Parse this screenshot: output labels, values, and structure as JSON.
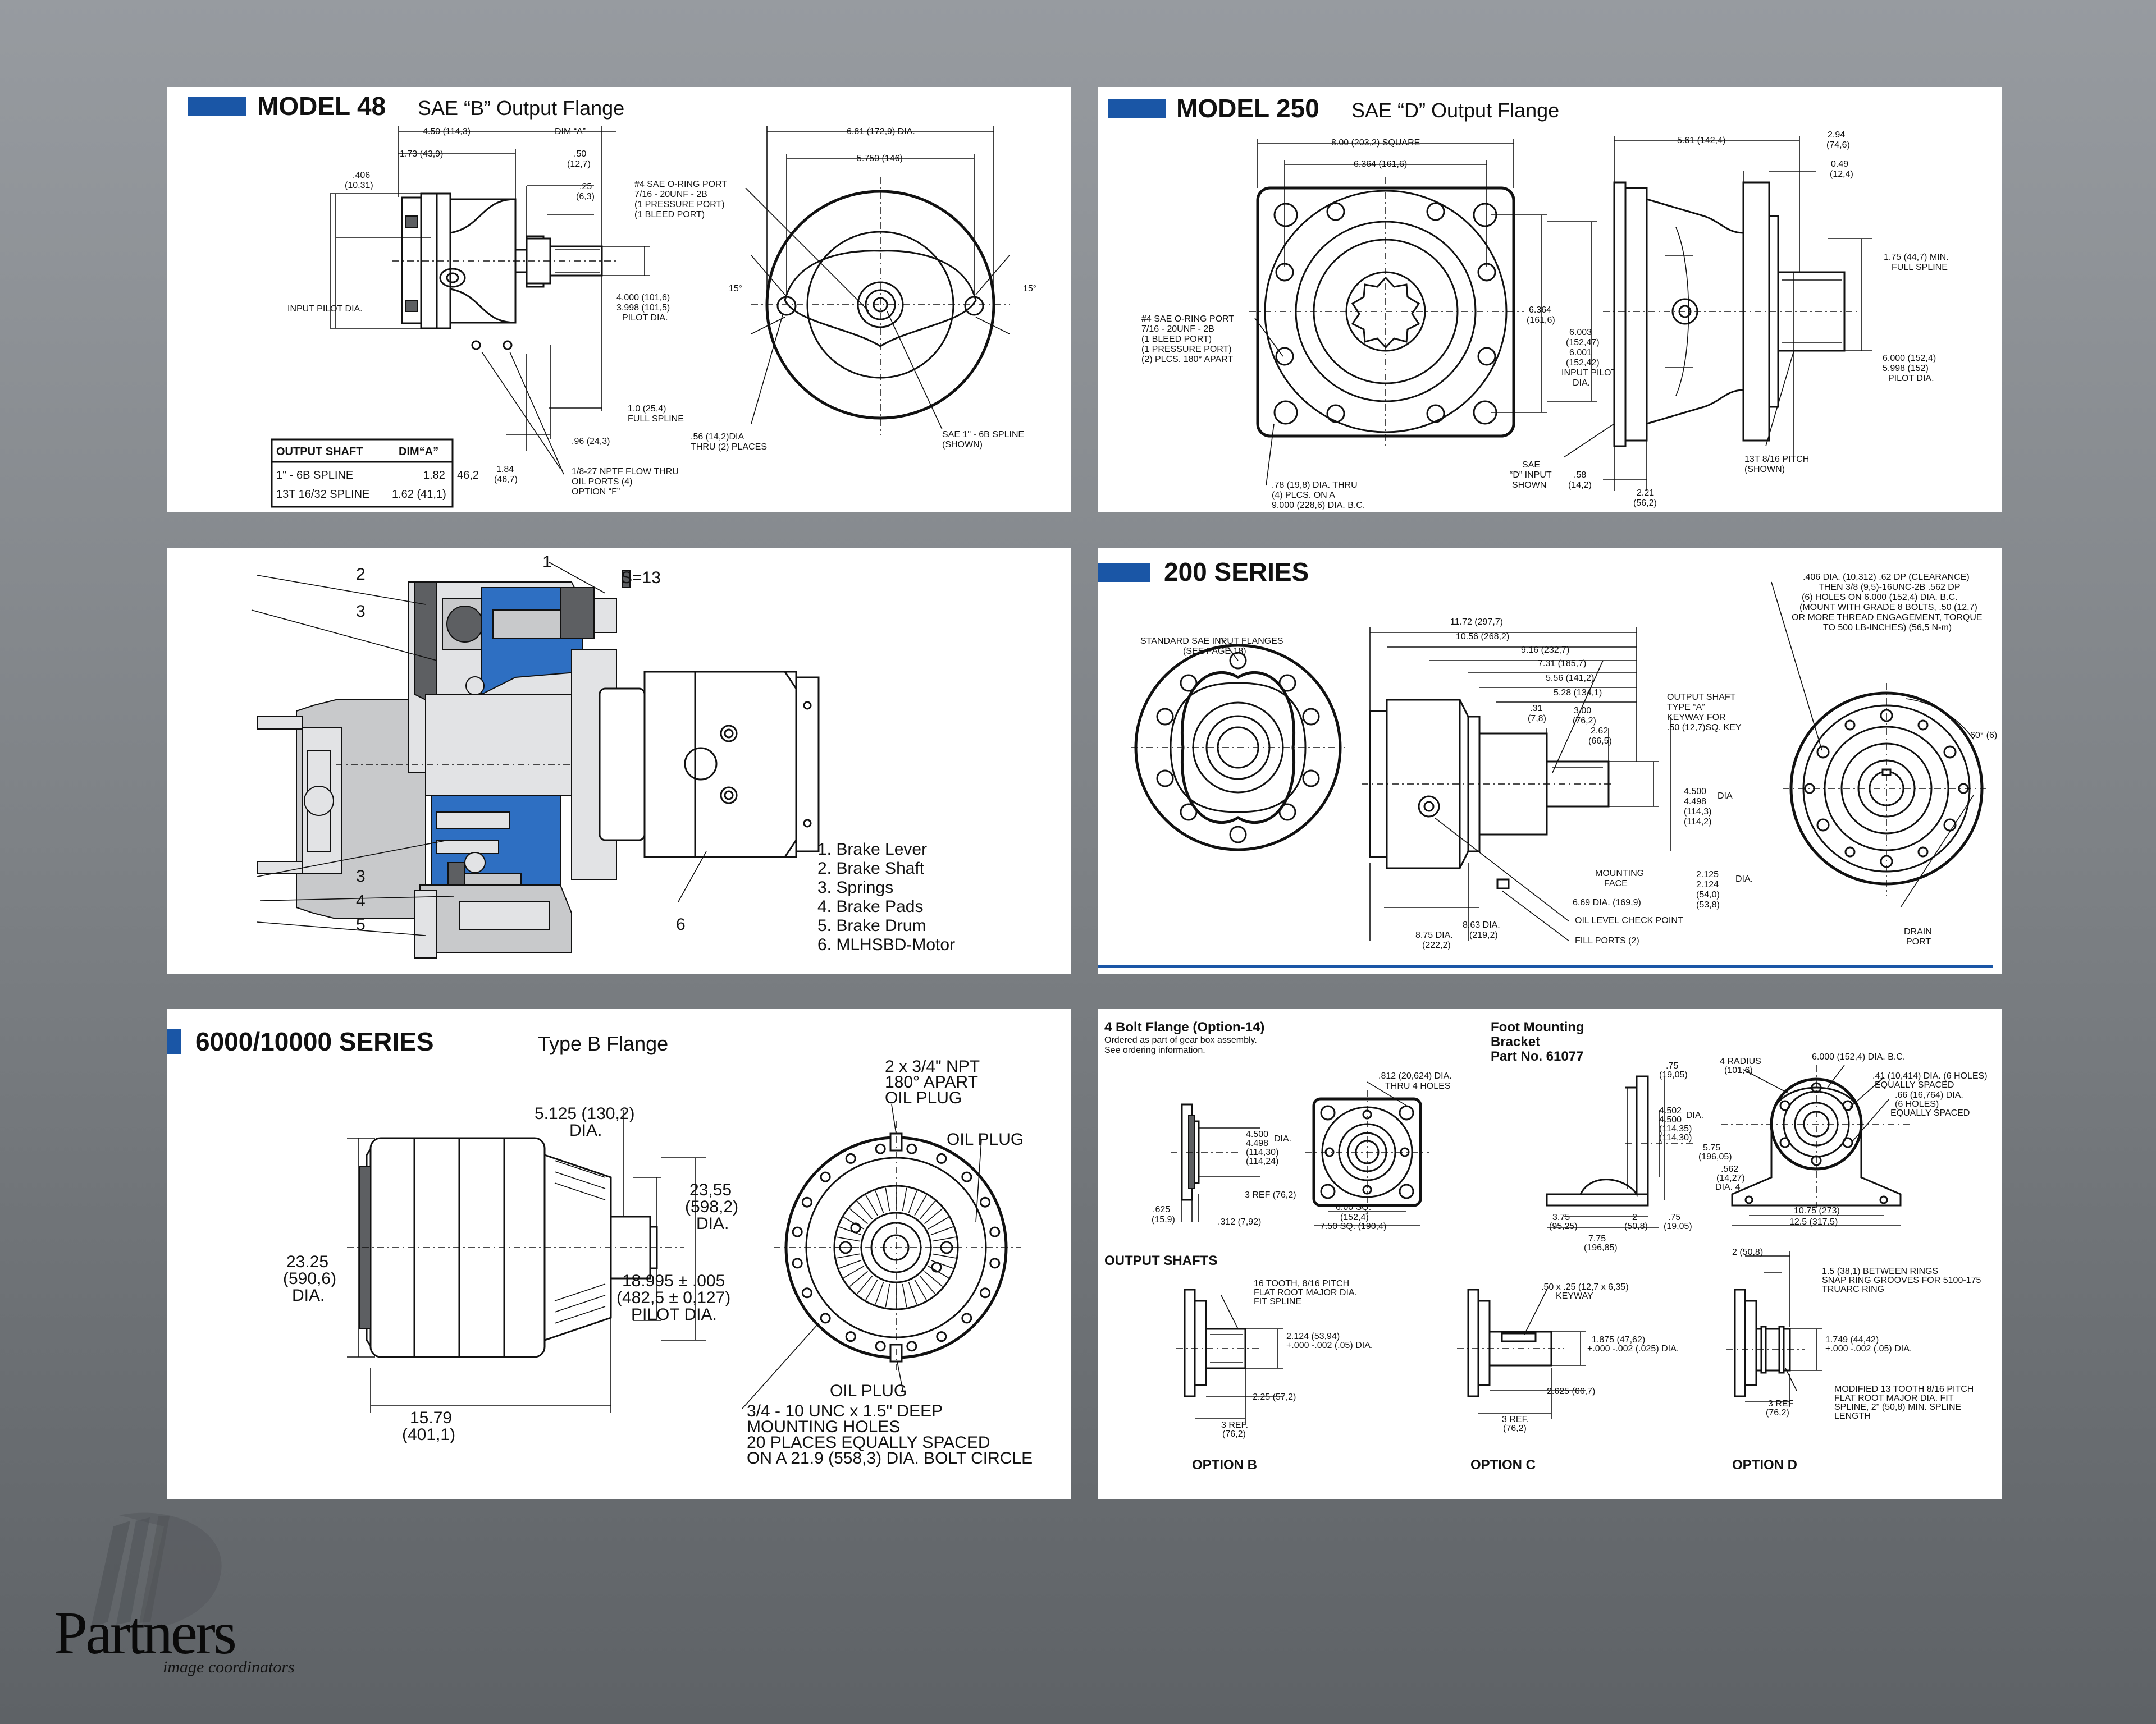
{
  "colors": {
    "accent_blue": "#1a56a6",
    "background_top": "#979ba0",
    "background_bottom": "#5e6266",
    "panel": "#ffffff"
  },
  "panels": {
    "model48": {
      "title": "MODEL 48",
      "subtitle": "SAE “B” Output Flange",
      "dims": {
        "d1": "4.50 (114,3)",
        "d2": "DIM “A”",
        "d3": "1.73 (43,9)",
        "d4": ".50",
        "d4b": "(12,7)",
        "d5": ".406",
        "d5b": "(10,31)",
        "d6": ".25",
        "d6b": "(6,3)",
        "port1": "#4 SAE O-RING PORT",
        "port2": "7/16 - 20UNF - 2B",
        "port3": "(1 PRESSURE PORT)",
        "port4": "(1 BLEED PORT)",
        "input_pilot": "INPUT PILOT DIA.",
        "pilot1": "4.000 (101,6)",
        "pilot2": "3.998 (101,5)",
        "pilot3": "PILOT DIA.",
        "spl1": "1.0 (25,4)",
        "spl2": "FULL SPLINE",
        "d96": ".96 (24,3)",
        "d184": "1.84",
        "d184b": "(46,7)",
        "npt1": "1/8-27 NPTF FLOW THRU",
        "npt2": "OIL PORTS (4)",
        "npt3": "OPTION “F”",
        "d681": "6.81 (172,9) DIA.",
        "d575": "5.750 (146)",
        "ang1": "15°",
        "ang2": "15°",
        "hole1": ".56 (14,2)DIA",
        "hole2": "THRU (2) PLACES",
        "sae1": "SAE 1\" - 6B SPLINE",
        "sae2": "(SHOWN)"
      },
      "table": {
        "h1": "OUTPUT SHAFT",
        "h2": "DIM“A”",
        "r1c1": "1\" - 6B SPLINE",
        "r1c2": "1.82",
        "r1c3": "46,2",
        "r2c1": "13T 16/32 SPLINE",
        "r2c2": "1.62 (41,1)"
      }
    },
    "model250": {
      "title": "MODEL 250",
      "subtitle": "SAE “D” Output Flange",
      "dims": {
        "sq1": "8.00 (203,2) SQUARE",
        "sq2": "6.364 (161,6)",
        "port1": "#4 SAE O-RING PORT",
        "port2": "7/16 - 20UNF - 2B",
        "port3": "(1 BLEED PORT)",
        "port4": "(1 PRESSURE PORT)",
        "port5": "(2) PLCS. 180° APART",
        "v6364": "6.364",
        "v6364b": "(161,6)",
        "ip1": "6.003",
        "ip2": "(152,47)",
        "ip3": "6.001",
        "ip4": "(152,42)",
        "ip5": "INPUT PILOT",
        "ip6": "DIA.",
        "hole1": ".78 (19,8) DIA. THRU",
        "hole2": "(4) PLCS. ON A",
        "hole3": "9.000 (228,6) DIA. B.C.",
        "sae1": "SAE",
        "sae2": "“D” INPUT",
        "sae3": "SHOWN",
        "d58": ".58",
        "d58b": "(14,2)",
        "d221": "2.21",
        "d221b": "(56,2)",
        "d561": "5.61 (142,4)",
        "d294": "2.94",
        "d294b": "(74,6)",
        "d049": "0.49",
        "d049b": "(12,4)",
        "spl1": "1.75 (44,7) MIN.",
        "spl2": "FULL SPLINE",
        "op1": "6.000 (152,4)",
        "op2": "5.998 (152)",
        "op3": "PILOT DIA.",
        "pitch1": "13T 8/16 PITCH",
        "pitch2": "(SHOWN)"
      }
    },
    "brake": {
      "s13": "S=13",
      "callouts": [
        "1",
        "2",
        "3",
        "3",
        "4",
        "5",
        "6"
      ],
      "legend": [
        "1. Brake Lever",
        "2. Brake Shaft",
        "3. Springs",
        "4. Brake Pads",
        "5. Brake Drum",
        "6. MLHSBD-Motor"
      ]
    },
    "series200": {
      "title": "200 SERIES",
      "dims": {
        "std1": "STANDARD SAE INPUT FLANGES",
        "std2": "(SEE PAGE 18)",
        "a1": "11.72 (297,7)",
        "a2": "10.56 (268,2)",
        "a3": "9.16 (232,7)",
        "a4": "7.31 (185,7)",
        "a5": "5.56 (141,2)",
        "a6": "5.28 (134,1)",
        "b31": ".31",
        "b31b": "(7,8)",
        "b300": "3.00",
        "b300b": "(76,2)",
        "b262": "2.62",
        "b262b": "(66,5)",
        "os1": "OUTPUT SHAFT",
        "os2": "TYPE “A”",
        "os3": "KEYWAY FOR",
        "os4": ".50 (12,7)SQ. KEY",
        "c1": "4.500",
        "c2": "4.498",
        "c3": "(114,3)",
        "c4": "(114,2)",
        "cdia": "DIA",
        "mf1": "MOUNTING",
        "mf2": "FACE",
        "e1": "2.125",
        "e2": "2.124",
        "e3": "(54,0)",
        "e4": "(53,8)",
        "edia": "DIA.",
        "f1": "6.69 DIA. (169,9)",
        "f2": "OIL LEVEL CHECK POINT",
        "f3": "FILL PORTS (2)",
        "g1": "8.63 DIA.",
        "g2": "(219,2)",
        "g3": "8.75 DIA.",
        "g4": "(222,2)",
        "h1": ".406 DIA. (10,312) .62 DP (CLEARANCE)",
        "h2": "THEN 3/8 (9,5)-16UNC-2B .562 DP",
        "h3": "(6) HOLES ON 6.000 (152,4) DIA. B.C.",
        "h4": "(MOUNT WITH GRADE 8 BOLTS, .50 (12,7)",
        "h5": "OR MORE THREAD ENGAGEMENT, TORQUE",
        "h6": "TO 500 LB-INCHES) (56,5 N-m)",
        "ang": "60° (6)",
        "drain1": "DRAIN",
        "drain2": "PORT"
      }
    },
    "series6000": {
      "title": "6000/10000 SERIES",
      "subtitle": "Type B Flange",
      "dims": {
        "a1": "5.125 (130,2)",
        "a2": "DIA.",
        "b1": "23,55",
        "b2": "(598,2)",
        "b3": "DIA.",
        "c1": "23.25",
        "c2": "(590,6)",
        "c3": "DIA.",
        "d1": "18.995 ± .005",
        "d2": "(482,5 ± 0,127)",
        "d3": "PILOT DIA.",
        "e1": "15.79",
        "e2": "(401,1)",
        "npt1": "2 x 3/4\" NPT",
        "npt2": "180° APART",
        "npt3": "OIL PLUG",
        "plug1": "OIL PLUG",
        "plug2": "OIL PLUG",
        "m1": "3/4 - 10 UNC x 1.5\" DEEP",
        "m2": "MOUNTING HOLES",
        "m3": "20 PLACES EQUALLY SPACED",
        "m4": "ON A 21.9 (558,3) DIA. BOLT CIRCLE"
      }
    },
    "options": {
      "flange_title": "4 Bolt Flange (Option-14)",
      "flange_note1": "Ordered as part of gear box assembly.",
      "flange_note2": "See ordering information.",
      "foot_title1": "Foot Mounting",
      "foot_title2": "Bracket",
      "foot_title3": "Part No. 61077",
      "shafts_title": "OUTPUT SHAFTS",
      "dims": {
        "f1": ".812 (20,624)  DIA.",
        "f2": "THRU 4 HOLES",
        "f3": "4.500",
        "f4": "4.498",
        "f5": "(114,30)",
        "f6": "(114,24)",
        "fdia": "DIA.",
        "f7": "3 REF (76,2)",
        "f8": ".625",
        "f9": "(15,9)",
        "f10": ".312 (7,92)",
        "f11": "6.00 SQ.",
        "f12": "(152,4)",
        "f13": "7.50 SQ. (190,4)",
        "b1": ".75",
        "b2": "(19,05)",
        "b3": "4.502",
        "b4": "4.500",
        "b5": "(114,35)",
        "b6": "(114,30)",
        "bdia": "DIA.",
        "b7": "5.75",
        "b8": "(196,05)",
        "b9": ".562",
        "b10": "(14,27)",
        "b11": "DIA. 4",
        "b12": "3.75",
        "b13": "(95,25)",
        "b14": "2",
        "b15": "(50,8)",
        "b16": ".75",
        "b17": "(19,05)",
        "b18": "7.75",
        "b19": "(196,85)",
        "b20": "4 RADIUS",
        "b21": "(101,6)",
        "b22": "6.000 (152,4) DIA. B.C.",
        "b23": ".41 (10,414) DIA. (6 HOLES)",
        "b24": "EQUALLY SPACED",
        "b25": ".66 (16,764) DIA.",
        "b26": "(6 HOLES)",
        "b27": "EQUALLY SPACED",
        "b28": "10.75 (273)",
        "b29": "12.5 (317,5)"
      },
      "optB": {
        "label": "OPTION B",
        "t1": "16 TOOTH, 8/16 PITCH",
        "t2": "FLAT ROOT MAJOR DIA.",
        "t3": "FIT SPLINE",
        "t4": "2.124 (53,94)",
        "t5": "+.000 -.002 (.05) DIA.",
        "t6": "2.25 (57,2)",
        "t7": "3 REF.",
        "t8": "(76,2)"
      },
      "optC": {
        "label": "OPTION C",
        "t1": ".50 x .25 (12,7 x 6,35)",
        "t2": "KEYWAY",
        "t3": "1.875 (47,62)",
        "t4": "+.000 -.002 (.025) DIA.",
        "t5": "2.625 (66,7)",
        "t6": "3 REF.",
        "t7": "(76,2)"
      },
      "optD": {
        "label": "OPTION D",
        "t0": "2 (50,8)",
        "t1": "1.5 (38,1) BETWEEN RINGS",
        "t2": "SNAP RING GROOVES FOR 5100-175",
        "t3": "TRUARC RING",
        "t4": "1.749 (44,42)",
        "t5": "+.000 -.002 (.05) DIA.",
        "t6": "MODIFIED 13 TOOTH 8/16 PITCH",
        "t7": "FLAT ROOT MAJOR DIA. FIT",
        "t8": "SPLINE, 2\" (50,8) MIN. SPLINE",
        "t9": "LENGTH",
        "t10": "3 REF",
        "t11": "(76,2)"
      }
    }
  },
  "logo": {
    "brand": "Partners",
    "tagline": "image coordinators"
  }
}
